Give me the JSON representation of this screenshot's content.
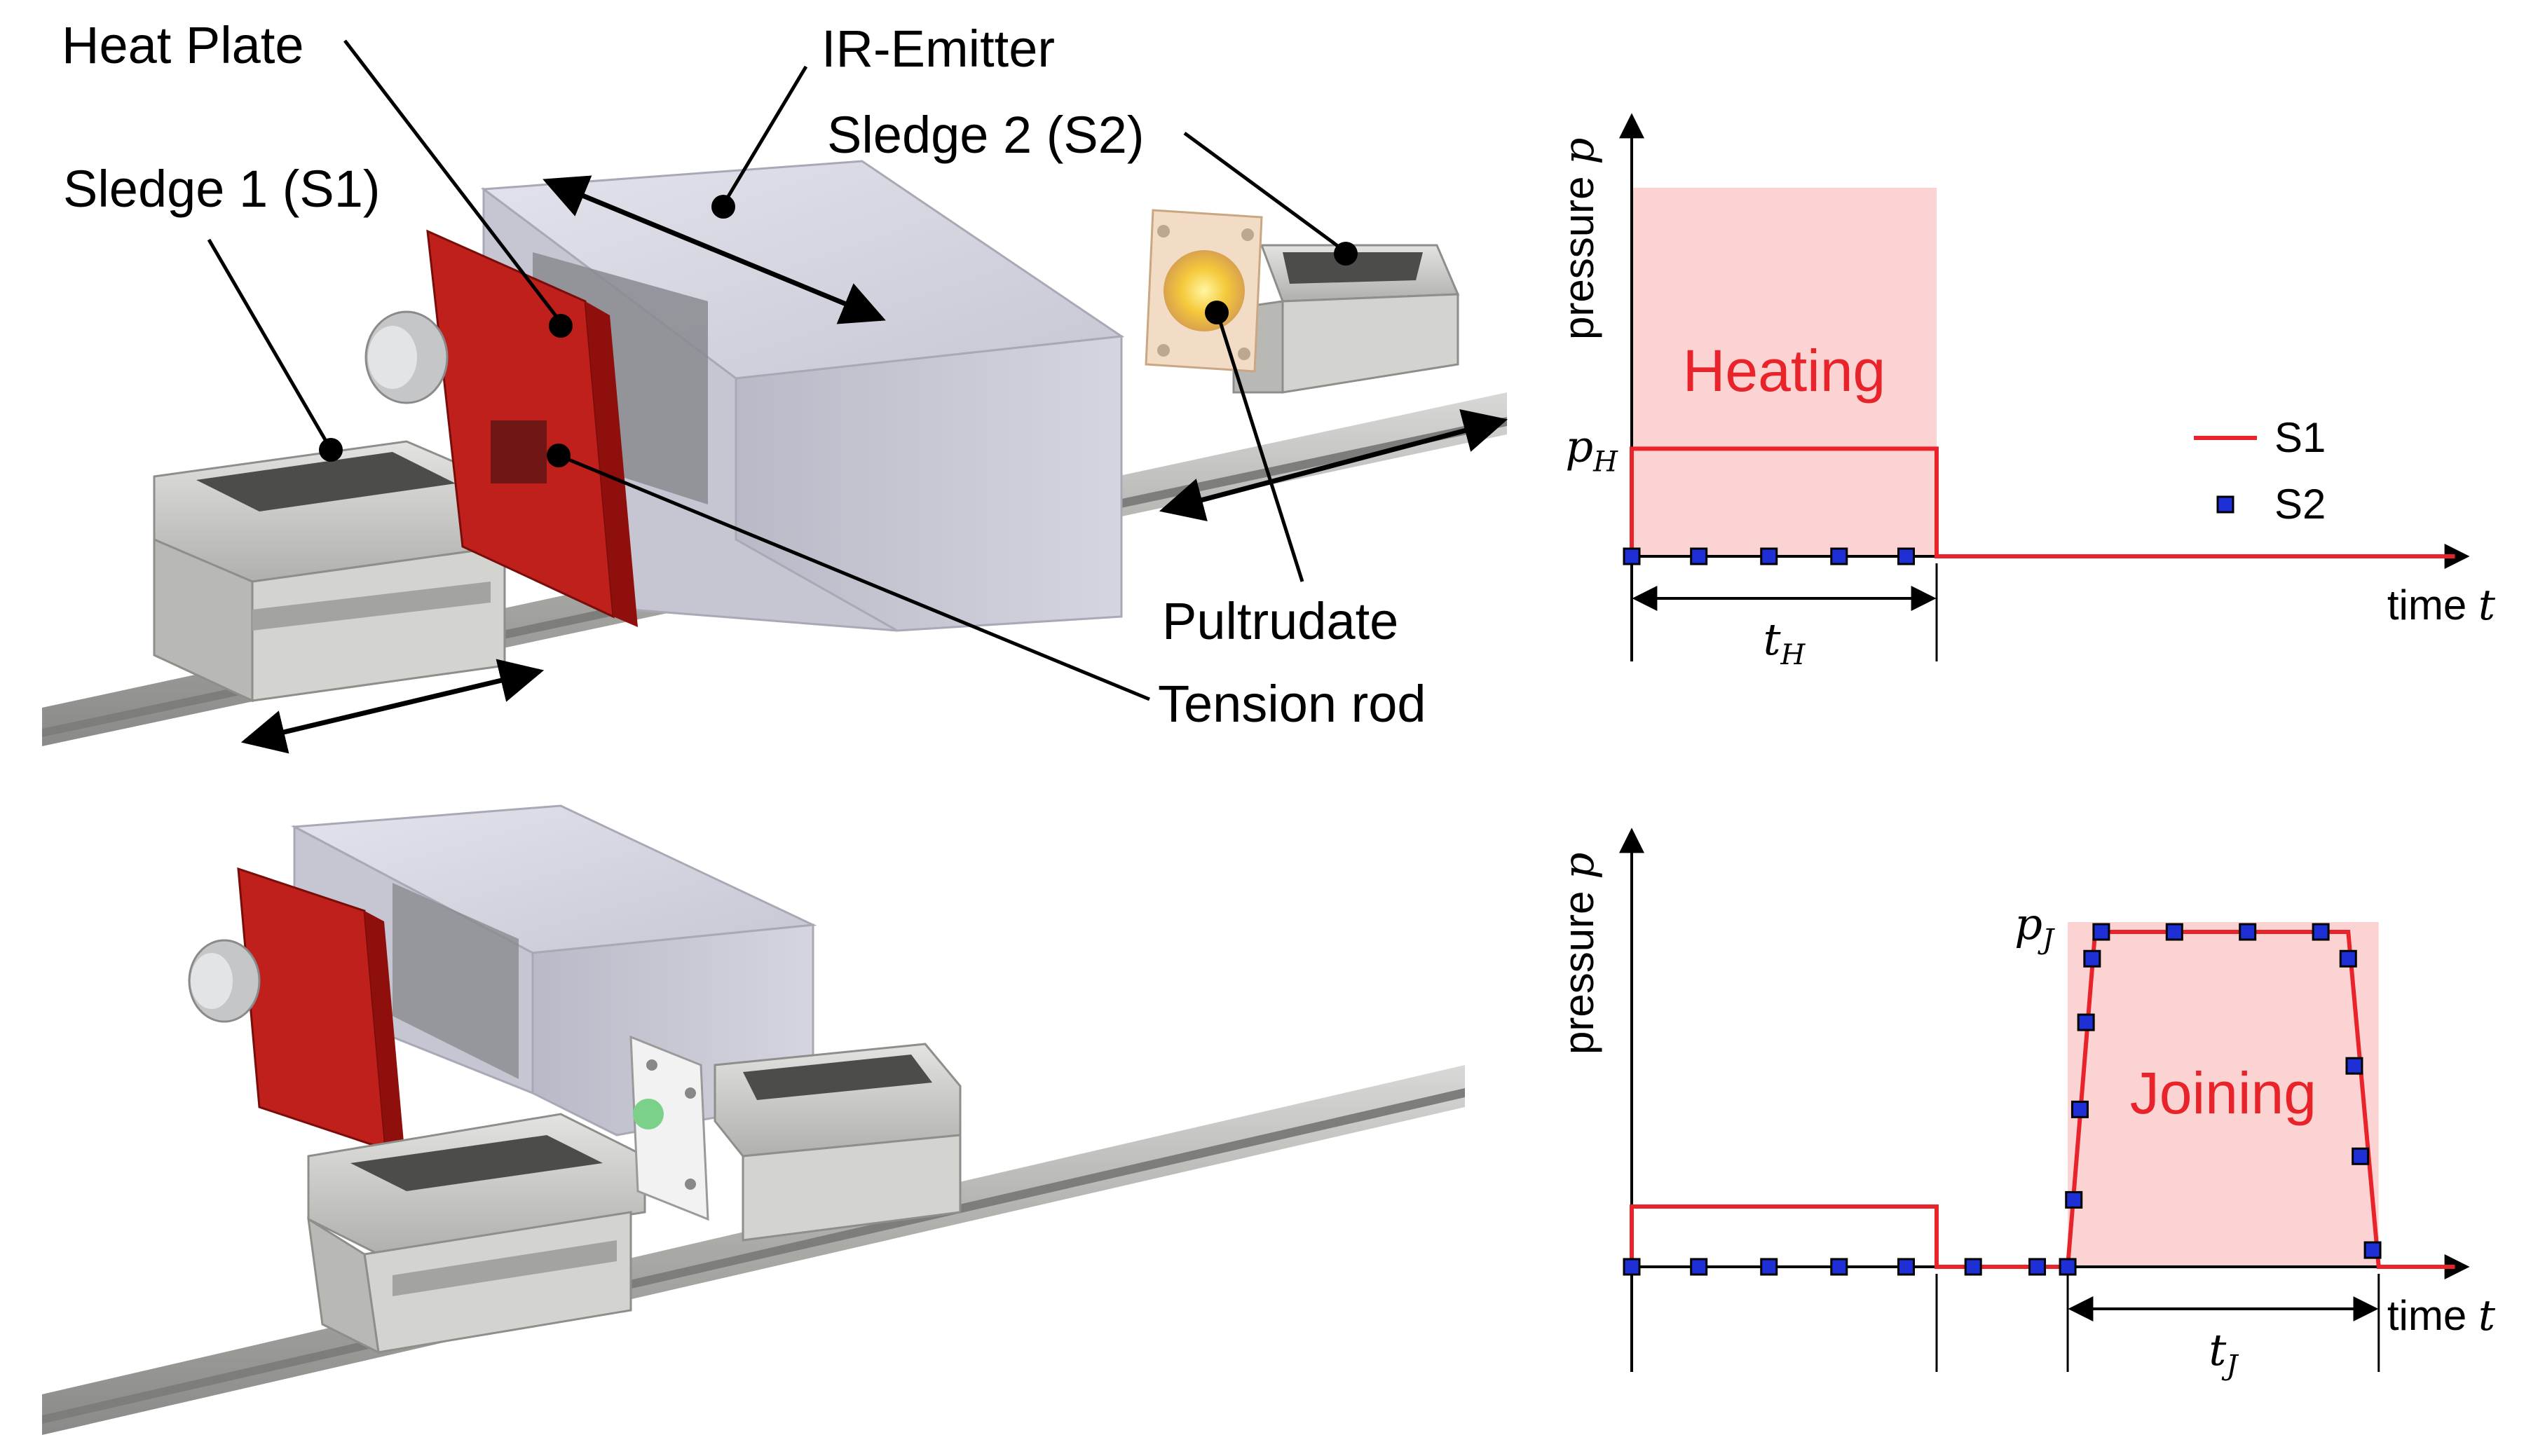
{
  "labels": {
    "heat_plate": "Heat Plate",
    "ir_emitter": "IR-Emitter",
    "sledge1": "Sledge 1 (S1)",
    "sledge2": "Sledge 2 (S2)",
    "pultrudate": "Pultrudate",
    "tension_rod": "Tension rod"
  },
  "colors": {
    "heat_plate": "#b81414",
    "emitter_body": "#c9cad6",
    "sledge_metal": "#c7c7c4",
    "rail": "#9a9a98",
    "s1_line": "#e8232a",
    "s2_marker": "#1f2fd6",
    "region_fill": "#fcd3d3"
  },
  "chart_data": [
    {
      "type": "line",
      "panel": "top",
      "ylabel_text": "pressure",
      "ylabel_sym": "p",
      "xlabel_text": "time",
      "xlabel_sym": "t",
      "region_label": "Heating",
      "level_sym": "p",
      "level_sub": "H",
      "interval_sym": "t",
      "interval_sub": "H",
      "legend": [
        "S1",
        "S2"
      ],
      "legend_position": "right",
      "series": [
        {
          "name": "S1",
          "style": "line",
          "x": [
            0,
            0,
            1,
            1,
            2.7
          ],
          "y": [
            0,
            0.3,
            0.3,
            0,
            0
          ]
        },
        {
          "name": "S2",
          "style": "markers",
          "x": [
            0,
            0.22,
            0.45,
            0.68,
            0.9
          ],
          "y": [
            0,
            0,
            0,
            0,
            0
          ]
        }
      ],
      "region": {
        "x": [
          0,
          1
        ],
        "y": [
          0,
          1
        ]
      }
    },
    {
      "type": "line",
      "panel": "bottom",
      "ylabel_text": "pressure",
      "ylabel_sym": "p",
      "xlabel_text": "time",
      "xlabel_sym": "t",
      "region_label": "Joining",
      "level_sym": "p",
      "level_sub": "J",
      "interval_sym": "t",
      "interval_sub": "J",
      "series": [
        {
          "name": "S1",
          "style": "line",
          "x": [
            0,
            0,
            1,
            1,
            1.43,
            1.52,
            2.35,
            2.45,
            2.7
          ],
          "y": [
            0,
            0.18,
            0.18,
            0,
            0,
            1,
            1,
            0,
            0
          ]
        },
        {
          "name": "S2",
          "style": "markers",
          "x": [
            0,
            0.22,
            0.45,
            0.68,
            0.9,
            1.12,
            1.33,
            1.43,
            1.45,
            1.47,
            1.49,
            1.51,
            1.54,
            1.78,
            2.02,
            2.26,
            2.35,
            2.37,
            2.39,
            2.43
          ],
          "y": [
            0,
            0,
            0,
            0,
            0,
            0,
            0,
            0,
            0.2,
            0.47,
            0.73,
            0.92,
            1,
            1,
            1,
            1,
            0.92,
            0.6,
            0.33,
            0.05
          ]
        }
      ],
      "region": {
        "x": [
          1.43,
          2.45
        ],
        "y": [
          0,
          1
        ]
      }
    }
  ]
}
